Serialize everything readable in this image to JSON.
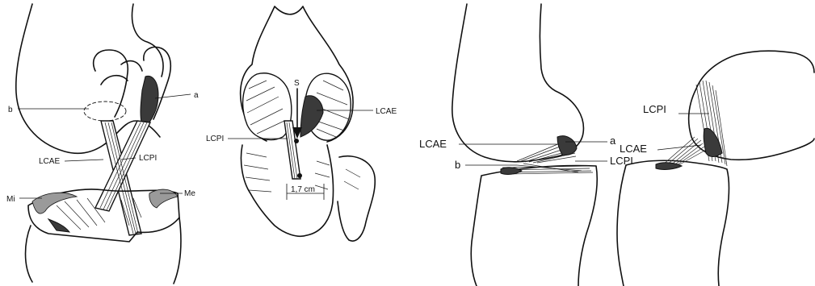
{
  "panels": [
    {
      "labels": {
        "a": "a",
        "b": "b",
        "lcae": "LCAE",
        "lcpi": "LCPI",
        "mi": "Mi",
        "me": "Me"
      }
    },
    {
      "labels": {
        "s": "S",
        "lcae": "LCAE",
        "lcpi": "LCPI",
        "measure": "1,7 cm"
      }
    },
    {
      "labels": {
        "lcae": "LCAE",
        "a": "a",
        "b": "b",
        "lcpi": "LCPI"
      }
    },
    {
      "labels": {
        "lcpi": "LCPI",
        "lcae": "LCAE"
      }
    }
  ]
}
